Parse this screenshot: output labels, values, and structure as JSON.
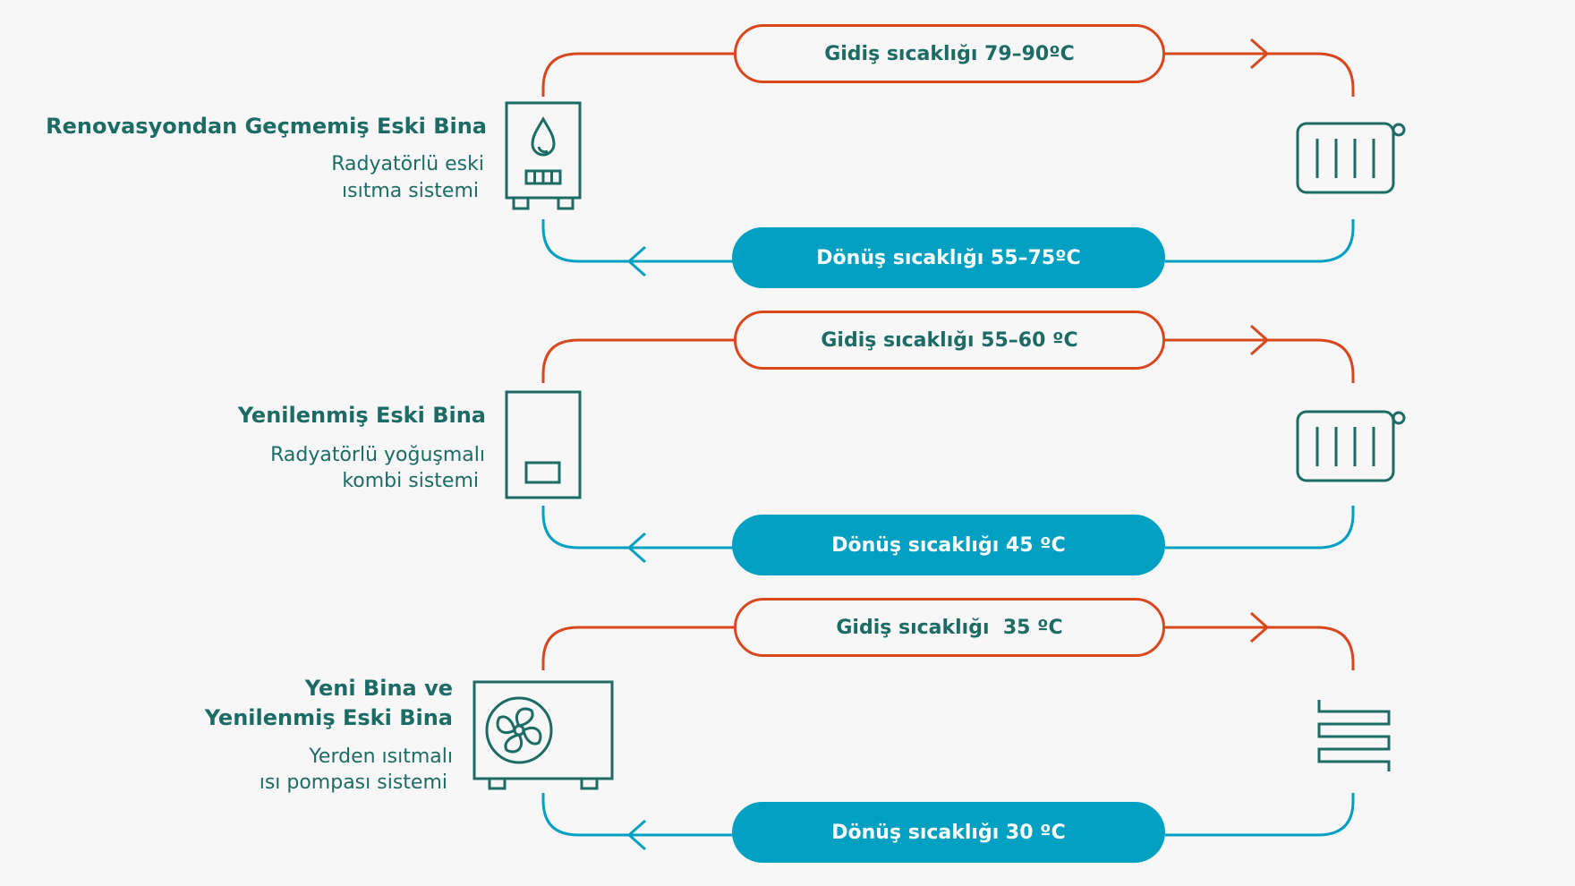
{
  "colors": {
    "supply": "#d9471e",
    "return": "#00a0c3",
    "text": "#1c6b65",
    "background": "#f7f7f7"
  },
  "rows": [
    {
      "title": "Renovasyondan Geçmemiş Eski Bina",
      "subtitle": [
        "Radyatörlü eski",
        "ısıtma sistemi"
      ],
      "supply_label": "Gidiş sıcaklığı 79–90ºC",
      "return_label": "Dönüş sıcaklığı 55–75ºC",
      "source_icon": "gas-boiler-icon",
      "emitter_icon": "radiator-icon"
    },
    {
      "title": "Yenilenmiş Eski Bina",
      "subtitle": [
        "Radyatörlü yoğuşmalı",
        "kombi sistemi"
      ],
      "supply_label": "Gidiş sıcaklığı 55–60 ºC",
      "return_label": "Dönüş sıcaklığı 45 ºC",
      "source_icon": "condensing-boiler-icon",
      "emitter_icon": "radiator-icon"
    },
    {
      "title": [
        "Yeni Bina ve",
        "Yenilenmiş Eski Bina"
      ],
      "subtitle": [
        "Yerden ısıtmalı",
        "ısı pompası sistemi"
      ],
      "supply_label": "Gidiş sıcaklığı  35 ºC",
      "return_label": "Dönüş sıcaklığı 30 ºC",
      "source_icon": "heat-pump-icon",
      "emitter_icon": "underfloor-heating-icon"
    }
  ]
}
